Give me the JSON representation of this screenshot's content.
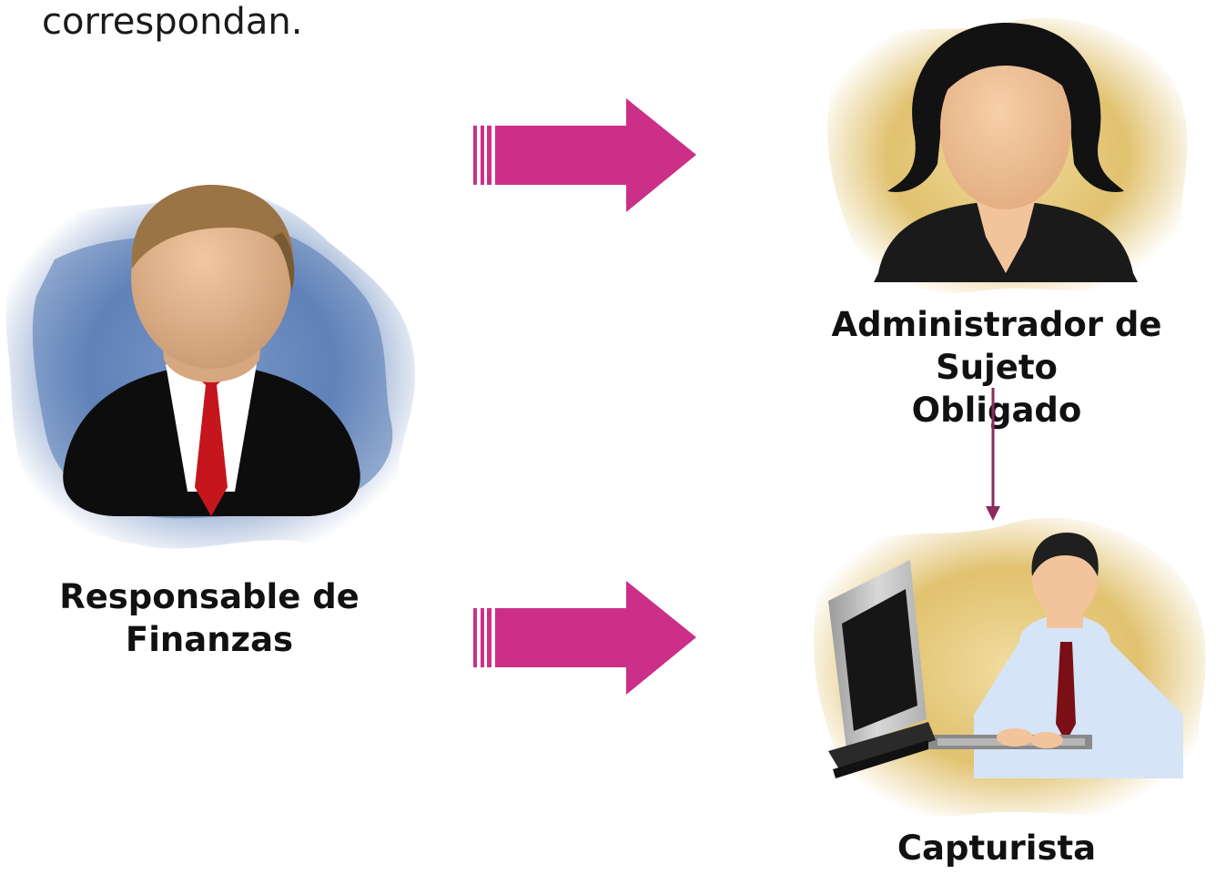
{
  "intro_text": {
    "visible_line": "correspondan."
  },
  "roles": {
    "responsable": {
      "line1": "Responsable de",
      "line2": "Finanzas"
    },
    "admin": {
      "line1": "Administrador de Sujeto",
      "line2": "Obligado"
    },
    "capturista": {
      "line1": "Capturista"
    }
  },
  "colors": {
    "arrow": "#CC2F87",
    "connector": "#8B2A5E",
    "blue_splash": "#5B7FB8",
    "gold_splash": "#D9B24A"
  },
  "icons": {
    "responsable": "businessman-avatar-icon",
    "admin": "woman-avatar-icon",
    "capturista": "computer-operator-icon"
  }
}
